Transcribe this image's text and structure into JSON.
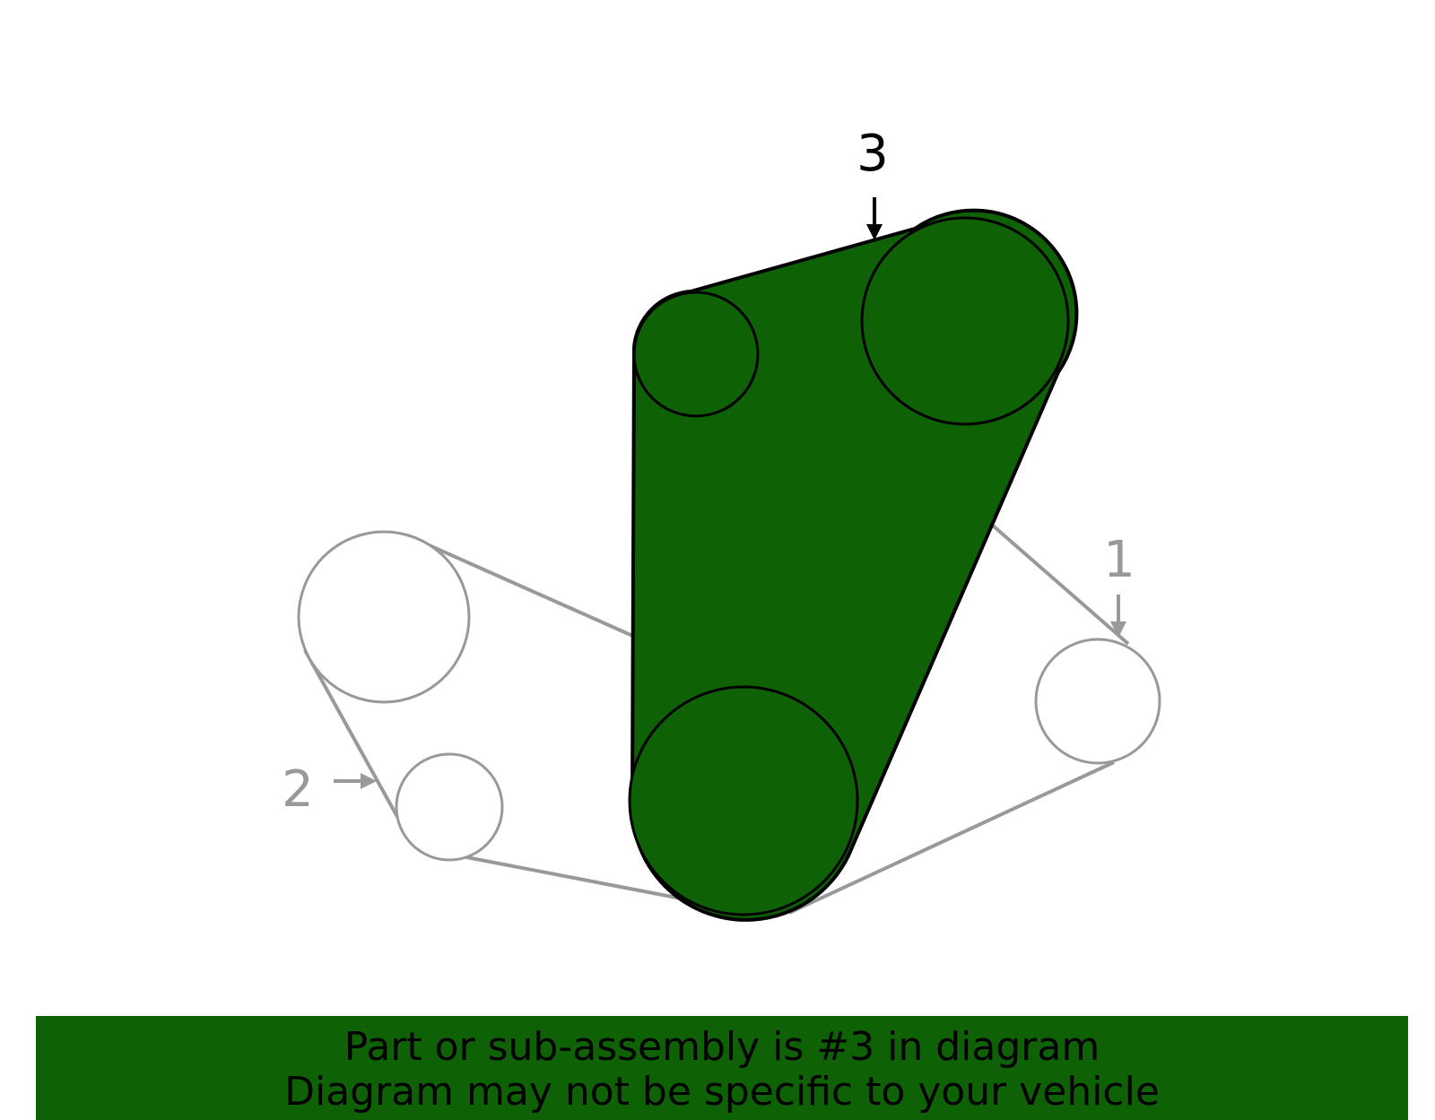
{
  "colors": {
    "highlight": "#0f6106",
    "muted": "#999999",
    "outline": "#000000",
    "banner_bg": "#0f6106",
    "banner_text": "#000000"
  },
  "callouts": {
    "part_1": "1",
    "part_2": "2",
    "part_3": "3"
  },
  "banner": {
    "line1": "Part or sub-assembly is #3 in diagram",
    "line2": "Diagram may not be specific to your vehicle"
  }
}
